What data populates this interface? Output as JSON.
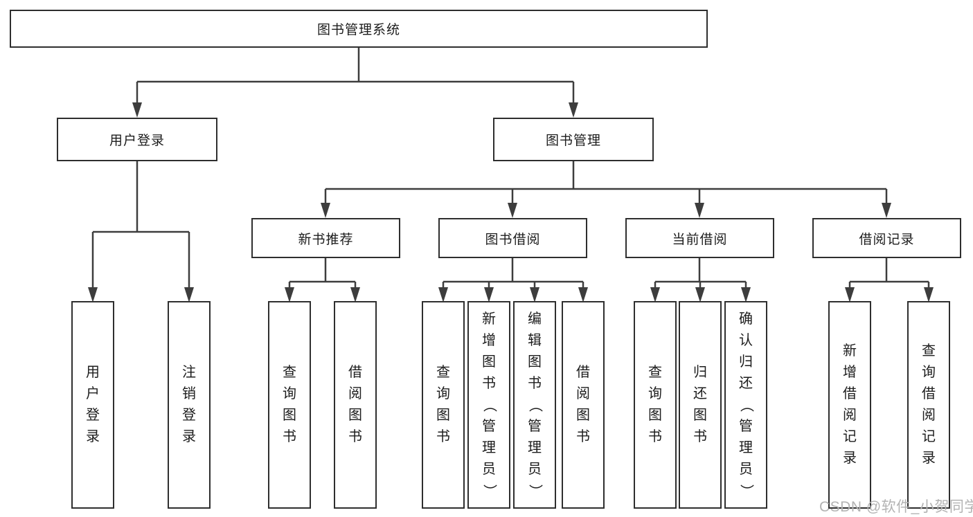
{
  "nodes": {
    "root": {
      "label": "图书管理系统"
    },
    "user_login": {
      "label": "用户登录"
    },
    "book_mgmt": {
      "label": "图书管理"
    },
    "new_book_rec": {
      "label": "新书推荐"
    },
    "book_borrow": {
      "label": "图书借阅"
    },
    "current_borrow": {
      "label": "当前借阅"
    },
    "borrow_records": {
      "label": "借阅记录"
    },
    "leaf_user_login": {
      "label": "用户登录"
    },
    "leaf_logout": {
      "label": "注销登录"
    },
    "rec_query": {
      "label": "查询图书"
    },
    "rec_borrow": {
      "label": "借阅图书"
    },
    "bb_query": {
      "label": "查询图书"
    },
    "bb_add": {
      "label": "新增图书（管理员）"
    },
    "bb_edit": {
      "label": "编辑图书（管理员）"
    },
    "bb_borrow": {
      "label": "借阅图书"
    },
    "cb_query": {
      "label": "查询图书"
    },
    "cb_return": {
      "label": "归还图书"
    },
    "cb_confirm": {
      "label": "确认归还（管理员）"
    },
    "br_add": {
      "label": "新增借阅记录"
    },
    "br_query": {
      "label": "查询借阅记录"
    }
  },
  "watermark": {
    "text": "CSDN @软件_小贺同学"
  },
  "colors": {
    "line": "#3d3d3d",
    "border": "#2e2e2e",
    "text": "#1c1c1c",
    "watermark": "#b3b3b3"
  }
}
